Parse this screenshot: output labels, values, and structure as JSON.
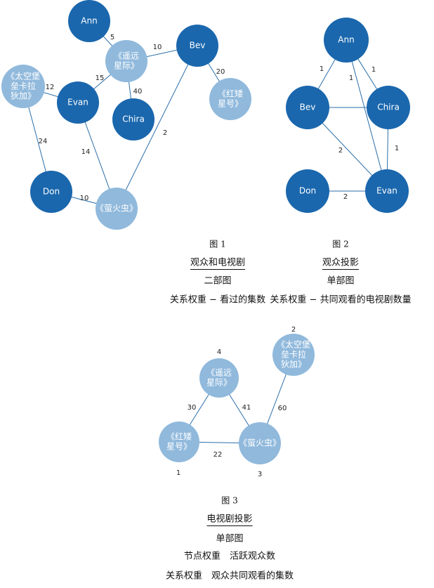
{
  "figures": [
    {
      "label": "图 1",
      "captions": [
        "观众和电视剧",
        "二部图",
        "关系权重 − 看过的集数"
      ],
      "nodes": [
        {
          "id": "ann",
          "lines": [
            "Ann"
          ],
          "style": "dark"
        },
        {
          "id": "bev",
          "lines": [
            "Bev"
          ],
          "style": "dark"
        },
        {
          "id": "evan",
          "lines": [
            "Evan"
          ],
          "style": "dark"
        },
        {
          "id": "chira",
          "lines": [
            "Chira"
          ],
          "style": "dark"
        },
        {
          "id": "don",
          "lines": [
            "Don"
          ],
          "style": "dark"
        },
        {
          "id": "yaoyuan",
          "lines": [
            "《遥远",
            "星际》"
          ],
          "style": "light"
        },
        {
          "id": "taikong",
          "lines": [
            "《太空堡",
            "垒卡拉",
            "狄加》"
          ],
          "style": "light"
        },
        {
          "id": "hongai",
          "lines": [
            "《红矮",
            "星号》"
          ],
          "style": "light"
        },
        {
          "id": "yinghuo",
          "lines": [
            "《萤火虫》"
          ],
          "style": "light"
        }
      ],
      "edges": [
        {
          "from": "ann",
          "to": "yaoyuan",
          "weight": "5"
        },
        {
          "from": "bev",
          "to": "yaoyuan",
          "weight": "10"
        },
        {
          "from": "evan",
          "to": "yaoyuan",
          "weight": "15"
        },
        {
          "from": "chira",
          "to": "yaoyuan",
          "weight": "40"
        },
        {
          "from": "bev",
          "to": "hongai",
          "weight": "20"
        },
        {
          "from": "evan",
          "to": "taikong",
          "weight": "12"
        },
        {
          "from": "don",
          "to": "taikong",
          "weight": "24"
        },
        {
          "from": "evan",
          "to": "yinghuo",
          "weight": "14"
        },
        {
          "from": "bev",
          "to": "yinghuo",
          "weight": "2"
        },
        {
          "from": "don",
          "to": "yinghuo",
          "weight": "10"
        }
      ]
    },
    {
      "label": "图 2",
      "captions": [
        "观众投影",
        "单部图",
        "关系权重 − 共同观看的电视剧数量"
      ],
      "nodes": [
        {
          "id": "ann",
          "lines": [
            "Ann"
          ],
          "style": "dark"
        },
        {
          "id": "bev",
          "lines": [
            "Bev"
          ],
          "style": "dark"
        },
        {
          "id": "chira",
          "lines": [
            "Chira"
          ],
          "style": "dark"
        },
        {
          "id": "don",
          "lines": [
            "Don"
          ],
          "style": "dark"
        },
        {
          "id": "evan",
          "lines": [
            "Evan"
          ],
          "style": "dark"
        }
      ],
      "edges": [
        {
          "from": "ann",
          "to": "bev",
          "weight": "1"
        },
        {
          "from": "ann",
          "to": "chira",
          "weight": "1"
        },
        {
          "from": "ann",
          "to": "evan",
          "weight": "1"
        },
        {
          "from": "bev",
          "to": "chira",
          "weight": ""
        },
        {
          "from": "bev",
          "to": "evan",
          "weight": "2"
        },
        {
          "from": "chira",
          "to": "evan",
          "weight": "1"
        },
        {
          "from": "don",
          "to": "evan",
          "weight": "2"
        }
      ]
    },
    {
      "label": "图 3",
      "captions": [
        "电视剧投影",
        "单部图",
        "节点权重　活跃观众数",
        "关系权重　观众共同观看的集数"
      ],
      "nodes": [
        {
          "id": "yaoyuan",
          "lines": [
            "《遥远",
            "星际》"
          ],
          "style": "light",
          "weight": "4"
        },
        {
          "id": "taikong",
          "lines": [
            "《太空堡",
            "垒卡拉",
            "狄加》"
          ],
          "style": "light",
          "weight": "2"
        },
        {
          "id": "hongai",
          "lines": [
            "《红矮",
            "星号》"
          ],
          "style": "light",
          "weight": "1"
        },
        {
          "id": "yinghuo",
          "lines": [
            "《萤火虫》"
          ],
          "style": "light",
          "weight": "3"
        }
      ],
      "edges": [
        {
          "from": "yaoyuan",
          "to": "hongai",
          "weight": "30"
        },
        {
          "from": "yaoyuan",
          "to": "yinghuo",
          "weight": "41"
        },
        {
          "from": "hongai",
          "to": "yinghuo",
          "weight": "22"
        },
        {
          "from": "taikong",
          "to": "yinghuo",
          "weight": "60"
        }
      ]
    }
  ],
  "colors": {
    "viewer_node": "#1a67ad",
    "show_node": "#90b9dc",
    "edge": "#2b6ea9"
  }
}
